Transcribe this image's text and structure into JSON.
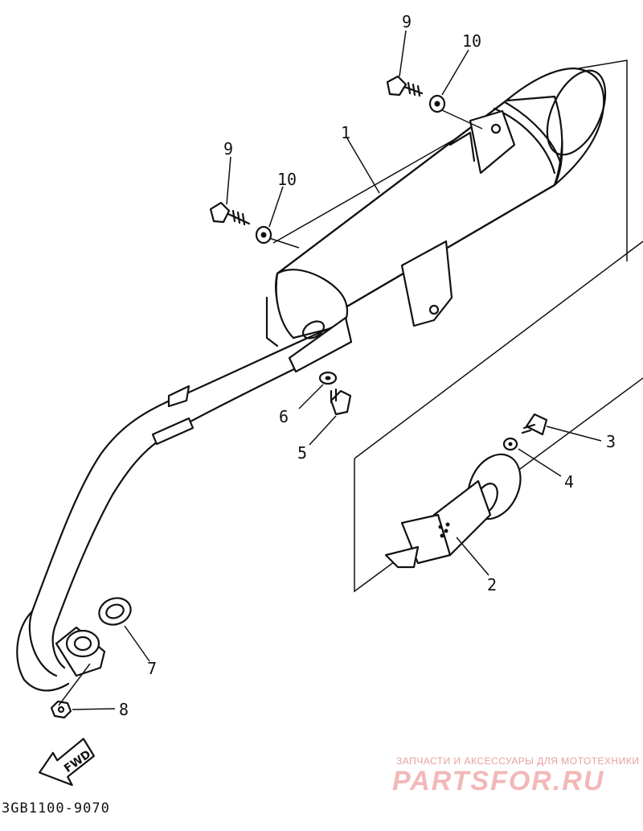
{
  "callouts": {
    "c1": "1",
    "c2": "2",
    "c3": "3",
    "c4": "4",
    "c5": "5",
    "c6": "6",
    "c7": "7",
    "c8": "8",
    "c9a": "9",
    "c9b": "9",
    "c10a": "10",
    "c10b": "10"
  },
  "fwd_label": "FWD",
  "diagram_code": "3GB1100-9070",
  "watermark": {
    "tagline": "ЗАПЧАСТИ И АКСЕССУАРЫ ДЛЯ МОТОТЕХНИКИ",
    "brand": "PARTSFOR.RU"
  },
  "colors": {
    "line": "#111111",
    "watermark": "#f2b8b8"
  }
}
